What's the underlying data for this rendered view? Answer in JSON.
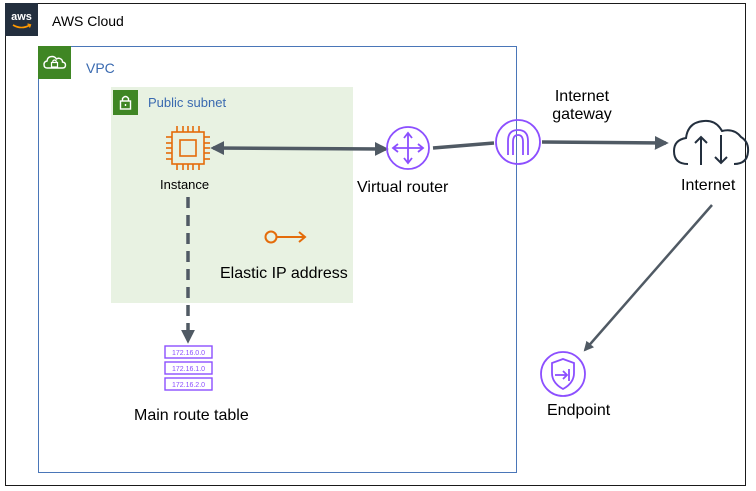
{
  "cloud": {
    "title": "AWS Cloud",
    "logo_text": "aws"
  },
  "vpc": {
    "title": "VPC"
  },
  "subnet": {
    "title": "Public subnet"
  },
  "nodes": {
    "instance": "Instance",
    "elastic_ip": "Elastic IP address",
    "virtual_router": "Virtual router",
    "internet_gateway": [
      "Internet",
      "gateway"
    ],
    "internet": "Internet",
    "route_table": "Main route table",
    "endpoint": "Endpoint"
  },
  "route_table_entries": [
    "172.16.0.0",
    "172.16.1.0",
    "172.16.2.0"
  ],
  "colors": {
    "cloud_border": "#1a1a1a",
    "aws_dark": "#232f3e",
    "vpc_border": "#4a76b8",
    "group_green": "#3f8624",
    "subnet_fill": "#e8f2e2",
    "compute_orange": "#e46c0a",
    "network_purple": "#8c4fff",
    "connector": "#505a64",
    "internet_icon": "#232f3e"
  },
  "icons": [
    "aws-logo",
    "cloud-lock-icon",
    "lock-icon",
    "chip-icon",
    "router-icon",
    "gateway-icon",
    "cloud-updown-icon",
    "key-icon",
    "route-table-icon",
    "endpoint-shield-icon"
  ]
}
